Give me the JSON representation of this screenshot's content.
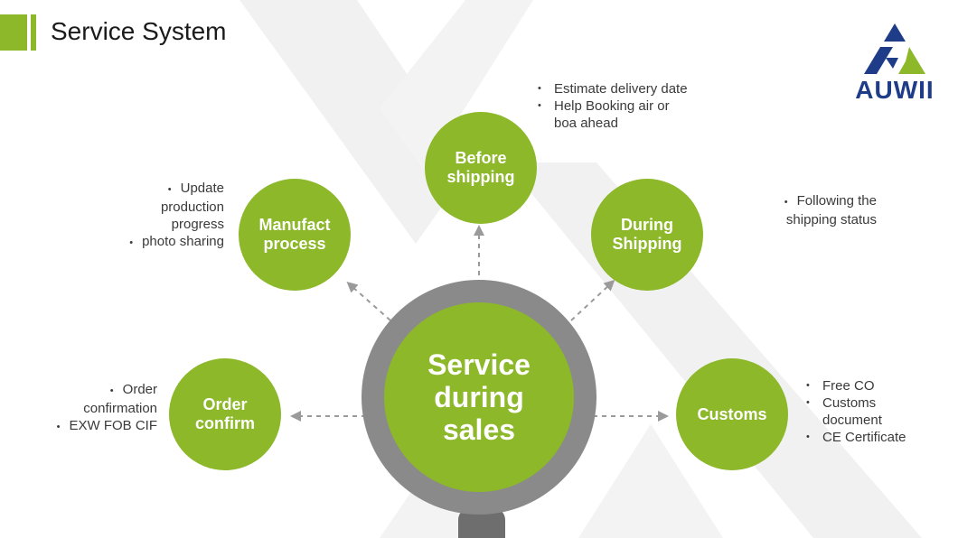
{
  "header": {
    "title": "Service System",
    "accent_color": "#8cb82a"
  },
  "logo": {
    "name": "AUWII",
    "icon": "auwii-triangle-logo-icon",
    "colors": [
      "#1f3c88",
      "#8cb82a"
    ]
  },
  "center": {
    "label": "Service\nduring\nsales"
  },
  "nodes": {
    "before_shipping": {
      "label": "Before\nshipping"
    },
    "manufact": {
      "label": "Manufact\nprocess"
    },
    "during_shipping": {
      "label": "During\nShipping"
    },
    "order_confirm": {
      "label": "Order\nconfirm"
    },
    "customs": {
      "label": "Customs"
    }
  },
  "notes": {
    "before_shipping": [
      "Estimate delivery date",
      "Help Booking air or",
      "boa ahead"
    ],
    "manufact": [
      "Update",
      "production",
      "progress",
      "photo sharing"
    ],
    "during_shipping": [
      "Following the",
      "shipping status"
    ],
    "order_confirm": [
      "Order",
      "confirmation",
      "EXW FOB CIF"
    ],
    "customs": [
      "Free CO",
      "Customs",
      "document",
      "CE Certificate"
    ]
  },
  "colors": {
    "node_green": "#8cb82a",
    "ring_gray": "#8a8a8a",
    "arrow_gray": "#9a9a9a"
  }
}
